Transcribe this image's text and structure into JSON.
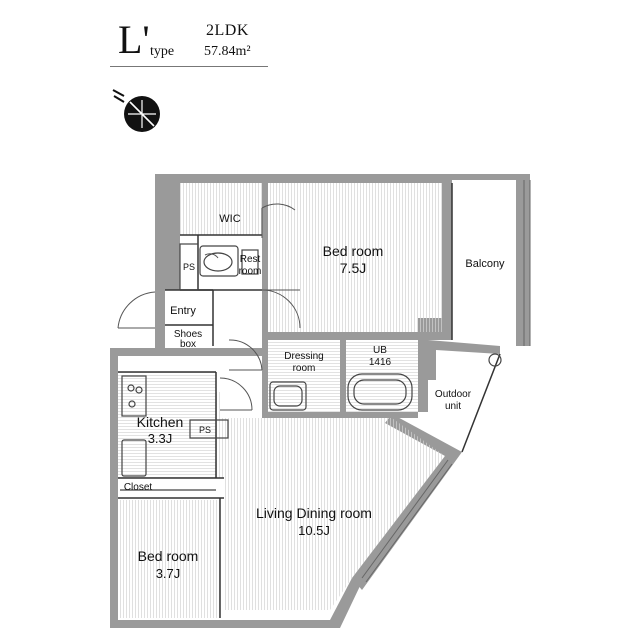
{
  "header": {
    "type_letter": "L'",
    "type_word": "type",
    "plan_type": "2LDK",
    "area": "57.84m²"
  },
  "rooms": {
    "wic": "WIC",
    "bed_main_name": "Bed room",
    "bed_main_size": "7.5J",
    "ps_top": "PS",
    "rest_line1": "Rest",
    "rest_line2": "room",
    "balcony": "Balcony",
    "entry": "Entry",
    "shoes_line1": "Shoes",
    "shoes_line2": "box",
    "dressing_line1": "Dressing",
    "dressing_line2": "room",
    "ub_line1": "UB",
    "ub_line2": "1416",
    "outdoor_line1": "Outdoor",
    "outdoor_line2": "unit",
    "kitchen_name": "Kitchen",
    "kitchen_size": "3.3J",
    "ps_kitchen": "PS",
    "closet": "Closet",
    "living_name": "Living Dining room",
    "living_size": "10.5J",
    "bed_small_name": "Bed room",
    "bed_small_size": "3.7J"
  },
  "colors": {
    "wall": "#9a9a9a",
    "floor_line": "#cfcfcf",
    "fixture": "#555555"
  }
}
